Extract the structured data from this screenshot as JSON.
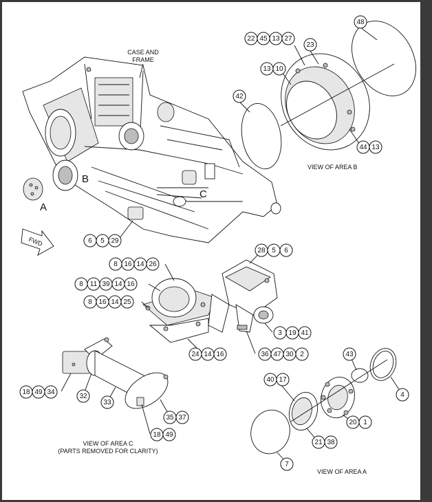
{
  "labels": {
    "case_frame_1": "CASE AND",
    "case_frame_2": "FRAME",
    "view_b": "VIEW OF AREA B",
    "view_c_1": "VIEW OF AREA C",
    "view_c_2": "(PARTS REMOVED FOR CLARITY)",
    "view_a": "VIEW OF AREA A",
    "fwd": "FWD",
    "area_a": "A",
    "area_b": "B",
    "area_c": "C"
  },
  "callouts": {
    "b_top": [
      "22",
      "45",
      "13",
      "27"
    ],
    "b_48": [
      "48"
    ],
    "b_23": [
      "23"
    ],
    "b_1310": [
      "13",
      "10"
    ],
    "b_42": [
      "42"
    ],
    "b_4413": [
      "44",
      "13"
    ],
    "c_6529": [
      "6",
      "5",
      "29"
    ],
    "g_row1": [
      "8",
      "16",
      "14",
      "26"
    ],
    "g_row2": [
      "8",
      "11",
      "39",
      "14",
      "16"
    ],
    "g_row3": [
      "8",
      "16",
      "14",
      "25"
    ],
    "g_241416": [
      "24",
      "14",
      "16"
    ],
    "h_2856": [
      "28",
      "5",
      "6"
    ],
    "h_31941": [
      "3",
      "19",
      "41"
    ],
    "h_3647302": [
      "36",
      "47",
      "30",
      "2"
    ],
    "c_184934": [
      "18",
      "49",
      "34"
    ],
    "c_32": [
      "32"
    ],
    "c_33": [
      "33"
    ],
    "c_3537": [
      "35",
      "37"
    ],
    "c_1849": [
      "18",
      "49"
    ],
    "a_4017": [
      "40",
      "17"
    ],
    "a_43": [
      "43"
    ],
    "a_4": [
      "4"
    ],
    "a_201": [
      "20",
      "1"
    ],
    "a_2138": [
      "21",
      "38"
    ],
    "a_7": [
      "7"
    ]
  }
}
